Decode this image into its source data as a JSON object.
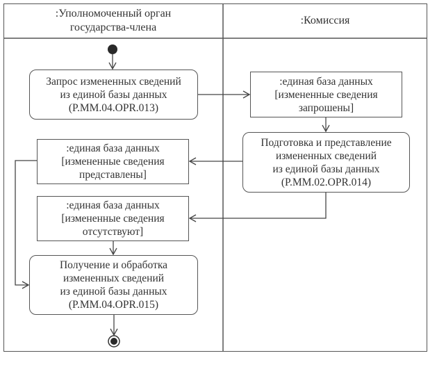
{
  "lanes": [
    {
      "id": "member-state",
      "title_lines": [
        ":Уполномоченный орган",
        "государства-члена"
      ]
    },
    {
      "id": "commission",
      "title_lines": [
        ":Комиссия"
      ]
    }
  ],
  "nodes": {
    "start": {
      "type": "initial"
    },
    "request": {
      "type": "action",
      "lane": "member-state",
      "lines": [
        "Запрос измененных сведений",
        "из единой базы данных",
        "(P.MM.04.OPR.013)"
      ]
    },
    "obj_requested": {
      "type": "object",
      "lane": "commission",
      "lines": [
        ":единая база данных",
        "[измененные сведения",
        "запрошены]"
      ]
    },
    "prepare": {
      "type": "action",
      "lane": "commission",
      "lines": [
        "Подготовка и представление",
        "измененных сведений",
        "из единой базы данных",
        "(P.MM.02.OPR.014)"
      ]
    },
    "obj_provided": {
      "type": "object",
      "lane": "member-state",
      "lines": [
        ":единая база данных",
        "[измененные сведения",
        "представлены]"
      ]
    },
    "obj_absent": {
      "type": "object",
      "lane": "member-state",
      "lines": [
        ":единая база данных",
        "[измененные сведения",
        "отсутствуют]"
      ]
    },
    "receive": {
      "type": "action",
      "lane": "member-state",
      "lines": [
        "Получение и обработка",
        "измененных сведений",
        "из единой базы данных",
        "(P.MM.04.OPR.015)"
      ]
    },
    "end": {
      "type": "final"
    }
  },
  "edges": [
    {
      "from": "start",
      "to": "request"
    },
    {
      "from": "request",
      "to": "obj_requested"
    },
    {
      "from": "obj_requested",
      "to": "prepare"
    },
    {
      "from": "prepare",
      "to": "obj_provided"
    },
    {
      "from": "prepare",
      "to": "obj_absent"
    },
    {
      "from": "obj_provided",
      "to": "receive"
    },
    {
      "from": "obj_absent",
      "to": "receive"
    },
    {
      "from": "receive",
      "to": "end"
    }
  ]
}
